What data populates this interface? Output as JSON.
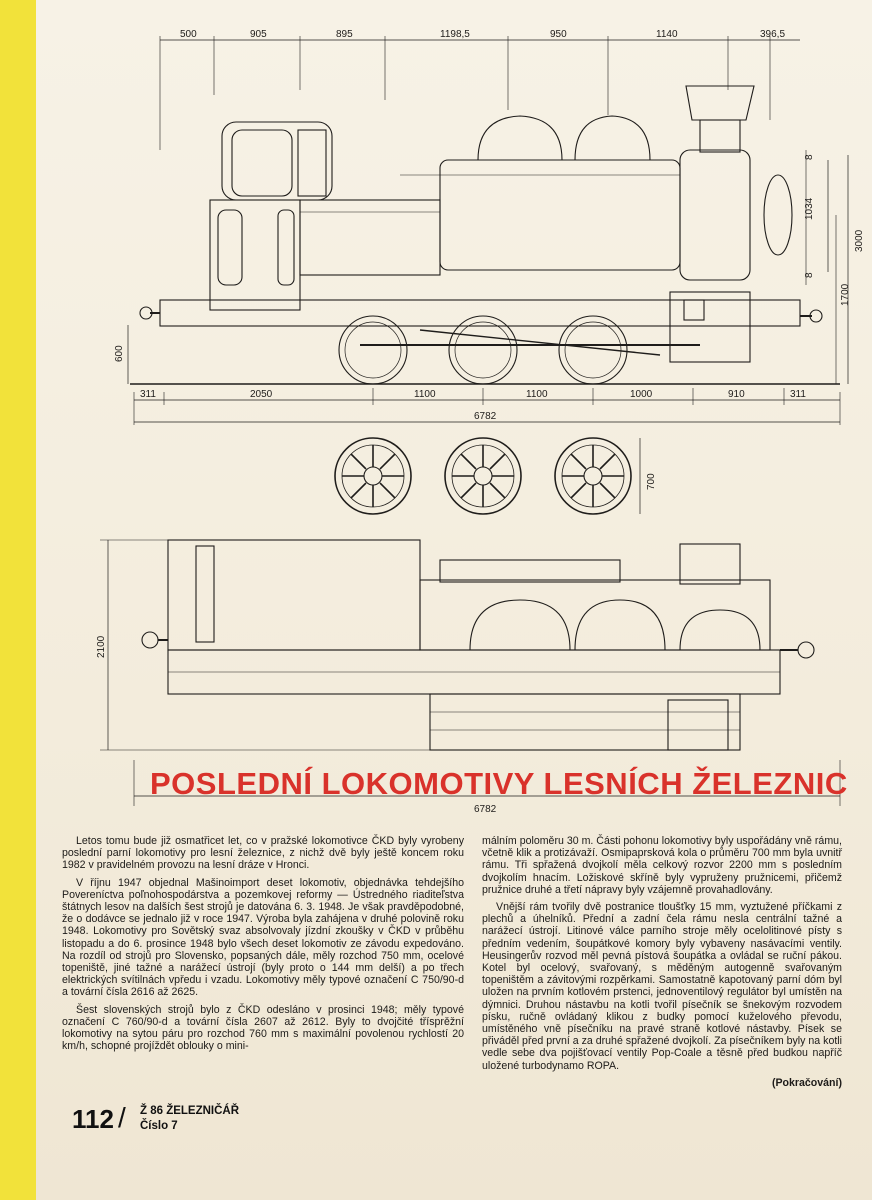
{
  "drawing": {
    "top_dimensions": [
      "500",
      "905",
      "895",
      "1198,5",
      "950",
      "1140",
      "396,5"
    ],
    "bottom_dimensions": [
      "311",
      "2050",
      "1100",
      "1100",
      "1000",
      "910",
      "311"
    ],
    "total_length": "6782",
    "right_dimensions": [
      "8",
      "1034",
      "8",
      "3000",
      "1700"
    ],
    "left_height": "600",
    "wheel_diameter": "700",
    "plan_width": "2100",
    "plan_length": "6782"
  },
  "article": {
    "headline": "POSLEDNÍ LOKOMOTIVY LESNÍCH ŽELEZNIC",
    "left_paragraphs": [
      "Letos tomu bude již osmatřicet let, co v pražské lokomotivce ČKD byly vyrobeny poslední parní lokomotivy pro lesní železnice, z nichž dvě byly ještě koncem roku 1982 v pravidelném provozu na lesní dráze v Hronci.",
      "V říjnu 1947 objednal Mašinoimport deset lokomotiv, objednávka tehdejšího Povereníctva poľnohospodárstva a pozemkovej reformy — Ústredného riaditeľstva štátnych lesov na dalších šest strojů je datována 6. 3. 1948. Je však pravděpodobné, že o dodávce se jednalo již v roce 1947. Výroba byla zahájena v druhé polovině roku 1948. Lokomotivy pro Sovětský svaz absolvovaly jízdní zkoušky v ČKD v průběhu listopadu a do 6. prosince 1948 bylo všech deset lokomotiv ze závodu expedováno. Na rozdíl od strojů pro Slovensko, popsaných dále, měly rozchod 750 mm, ocelové topeniště, jiné tažné a narážecí ústrojí (byly proto o 144 mm delší) a po třech elektrických svítilnách vpředu i vzadu. Lokomotivy měly typové označení C 750/90-d a tovární čísla 2616 až 2625.",
      "Šest slovenských strojů bylo z ČKD odesláno v prosinci 1948; měly typové označení C 760/90-d a tovární čísla 2607 až 2612. Byly to dvojčité třísprěžní lokomotivy na sytou páru pro rozchod 760 mm s maximální povolenou rychlostí 20 km/h, schopné projíždět oblouky o mini-"
    ],
    "right_paragraphs": [
      "málním poloměru 30 m. Části pohonu lokomotivy byly uspořádány vně rámu, včetně klik a protizávaží. Osmipaprsková kola o průměru 700 mm byla uvnitř rámu. Tři spřažená dvojkolí měla celkový rozvor 2200 mm s posledním dvojkolím hnacím. Ložiskové skříně byly vypruženy pružnicemi, přičemž pružnice druhé a třetí nápravy byly vzájemně provahadlovány.",
      "Vnější rám tvořily dvě postranice tloušťky 15 mm, vyztužené příčkami z plechů a úhelníků. Přední a zadní čela rámu nesla centrální tažné a narážecí ústrojí. Litinové válce parního stroje měly ocelolitinové písty s předním vedením, šoupátkové komory byly vybaveny nasávacími ventily. Heusingerův rozvod měl pevná pístová šoupátka a ovládal se ruční pákou. Kotel byl ocelový, svařovaný, s měděným autogenně svařovaným topeništěm a závitovými rozpěrkami. Samostatně kapotovaný parní dóm byl uložen na prvním kotlovém prstenci, jednoventilový regulátor byl umístěn na dýmnici. Druhou nástavbu na kotli tvořil písečník se šnekovým rozvodem písku, ručně ovládaný klikou z budky pomocí kuželového převodu, umístěného vně písečníku na pravé straně kotlové nástavby. Písek se přiváděl před první a za druhé spřažené dvojkolí. Za písečníkem byly na kotli vedle sebe dva pojišťovací ventily Pop-Coale a těsně před budkou napříč uložené turbodynamo ROPA."
    ],
    "continued": "(Pokračování)"
  },
  "footer": {
    "page_number": "112",
    "slash": "/",
    "magazine_line": "Ž 86 ŽELEZNIČÁŘ",
    "issue_line": "Číslo 7"
  },
  "colors": {
    "stripe": "#f2e23a",
    "headline": "#d9322b",
    "ink": "#1c1a17"
  }
}
